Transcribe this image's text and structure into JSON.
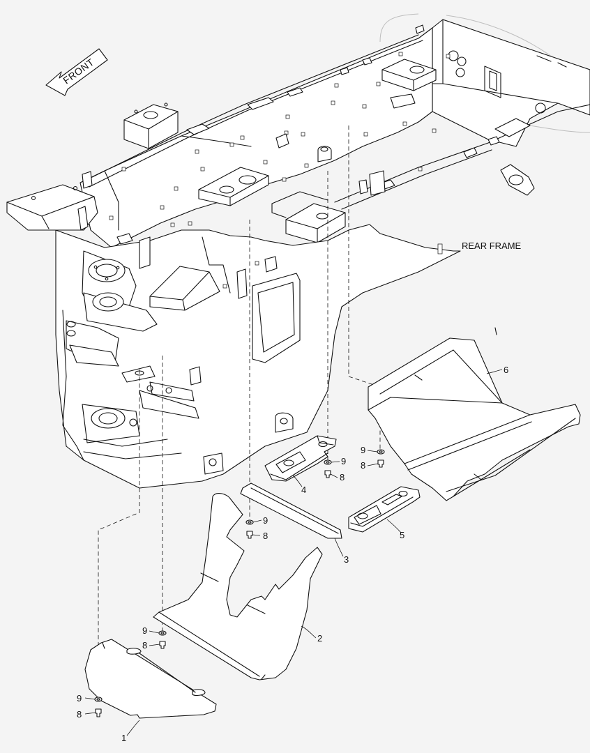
{
  "diagram": {
    "direction_label": "FRONT",
    "assembly_label": "REAR FRAME",
    "callouts": [
      "1",
      "2",
      "3",
      "4",
      "5",
      "6",
      "8",
      "9"
    ]
  }
}
